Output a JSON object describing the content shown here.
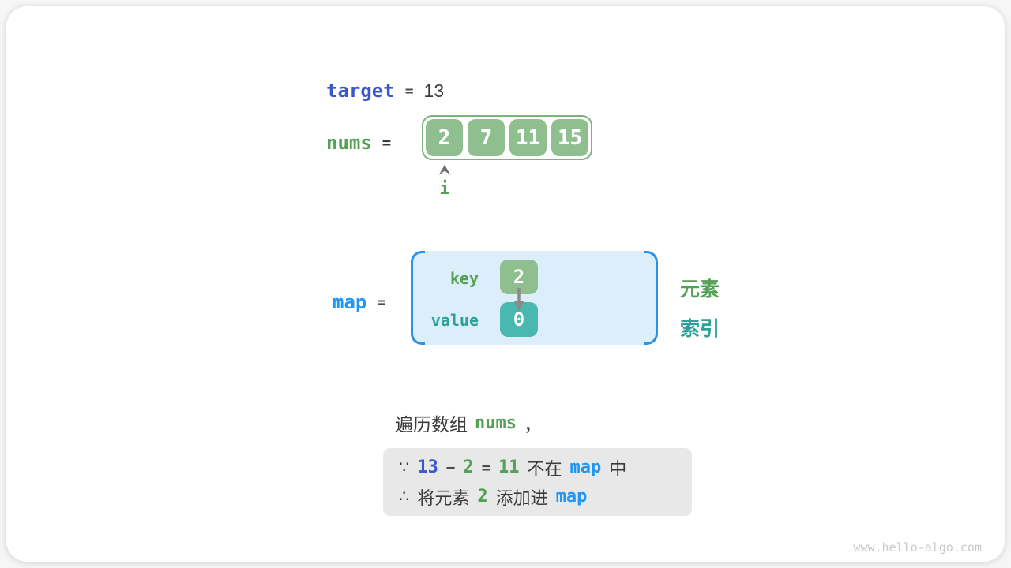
{
  "colors": {
    "code_blue": "#3a57cf",
    "azure_blue": "#2196f3",
    "green_text": "#53a056",
    "green_fill": "#8fbe8f",
    "teal_text": "#31a099",
    "teal_fill": "#49b8b0",
    "dark_text": "#3b3b3b",
    "map_box_bg": "#ddeefb",
    "map_box_border": "#2b92e4",
    "proof_box_bg": "#e8e8e8"
  },
  "icons": {
    "pointer": "caret-up-icon",
    "key_value_link": "arrow-down-icon"
  },
  "target": {
    "label": "target",
    "equals": "=",
    "value": "13"
  },
  "nums": {
    "label": "nums",
    "equals": "=",
    "values": [
      "2",
      "7",
      "11",
      "15"
    ],
    "pointer_label": "i"
  },
  "map": {
    "label": "map",
    "equals": "=",
    "key_label": "key",
    "value_label": "value",
    "key_value": "2",
    "value_value": "0",
    "element_label": "元素",
    "index_label": "索引"
  },
  "caption": {
    "prefix": "遍历数组",
    "code": "nums",
    "suffix": "，"
  },
  "proof": {
    "line1": {
      "because": "∵",
      "target": "13",
      "minus": "−",
      "element": "2",
      "equals": "=",
      "result": "11",
      "not_in": "不在",
      "map": "map",
      "in": "中"
    },
    "line2": {
      "therefore": "∴",
      "text_add": "将元素",
      "element": "2",
      "text_into": "添加进",
      "map": "map"
    }
  },
  "watermark": "www.hello-algo.com"
}
